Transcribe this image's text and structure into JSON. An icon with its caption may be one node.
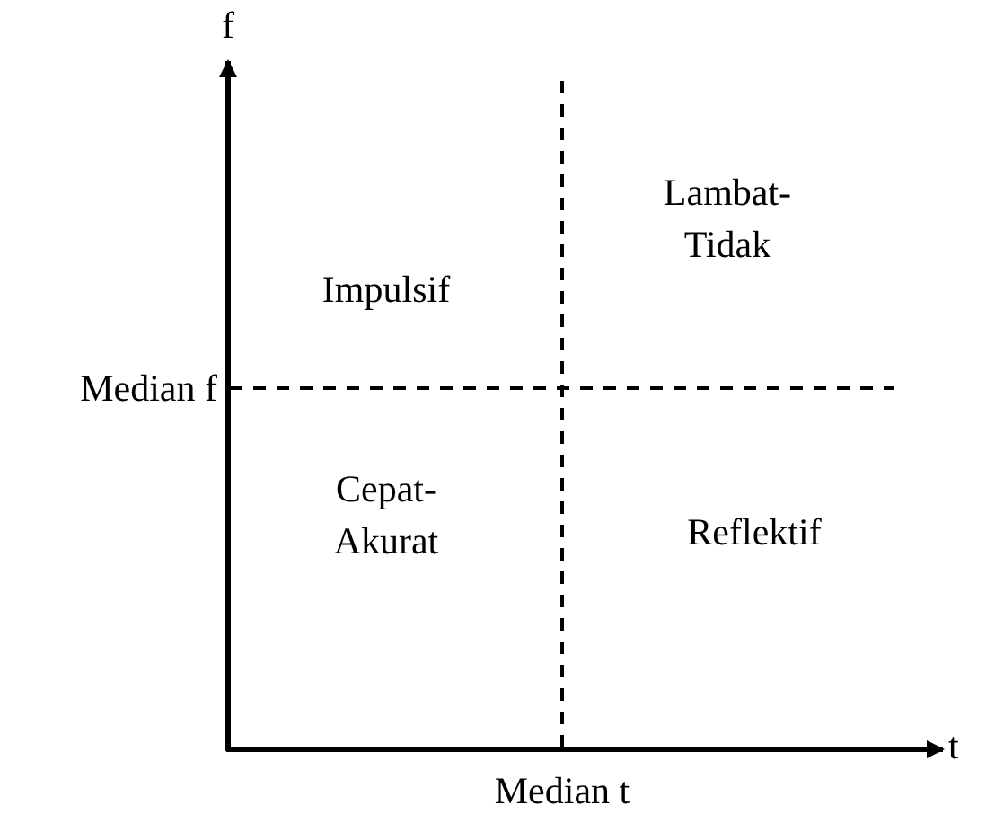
{
  "diagram": {
    "labels": [
      "f",
      "Impulsif",
      "Lambat- Tidak",
      "Median f",
      "Cepat- Akurat",
      "Reflektif",
      "t",
      "Median t"
    ]
  }
}
